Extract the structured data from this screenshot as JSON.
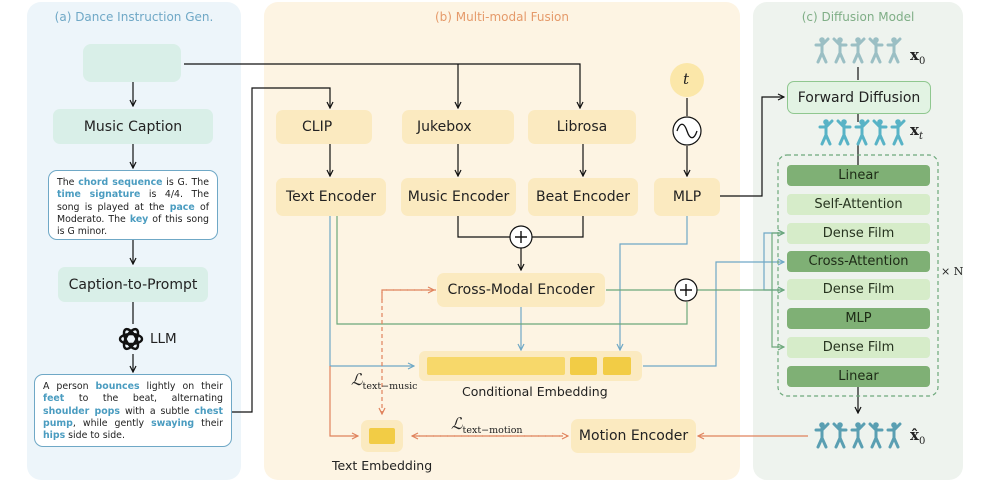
{
  "panels": {
    "a_title": "(a) Dance Instruction Gen.",
    "b_title": "(b) Multi-modal Fusion",
    "c_title": "(c) Diffusion Model"
  },
  "colors": {
    "title_a": "#6fa8c6",
    "title_b": "#e59a6a",
    "title_c": "#7fae86",
    "arrow_blue": "#6fa8c6",
    "arrow_green": "#6da87b",
    "arrow_orange": "#e0825c",
    "highlight": "#4a9cc0"
  },
  "panel_a": {
    "music_caption": "Music Caption",
    "caption1": [
      {
        "t": "The "
      },
      {
        "t": "chord sequence",
        "h": true
      },
      {
        "t": " is G. The "
      },
      {
        "t": "time signature",
        "h": true
      },
      {
        "t": " is 4/4. The song is played at the "
      },
      {
        "t": "pace",
        "h": true
      },
      {
        "t": " of Moderato. The "
      },
      {
        "t": "key",
        "h": true
      },
      {
        "t": " of this song is G minor."
      }
    ],
    "caption_to_prompt": "Caption-to-Prompt",
    "llm": "LLM",
    "caption2": [
      {
        "t": "A person "
      },
      {
        "t": "bounces",
        "h": true
      },
      {
        "t": " lightly on their "
      },
      {
        "t": "feet",
        "h": true
      },
      {
        "t": " to the beat, alternating "
      },
      {
        "t": "shoulder pops",
        "h": true
      },
      {
        "t": " with a subtle "
      },
      {
        "t": "chest pump",
        "h": true
      },
      {
        "t": ", while gently "
      },
      {
        "t": "swaying",
        "h": true
      },
      {
        "t": " their "
      },
      {
        "t": "hips",
        "h": true
      },
      {
        "t": " side to side."
      }
    ]
  },
  "panel_b": {
    "clip": "CLIP",
    "jukebox": "Jukebox",
    "librosa": "Librosa",
    "t_symbol": "t",
    "text_encoder": "Text Encoder",
    "music_encoder": "Music Encoder",
    "beat_encoder": "Beat Encoder",
    "mlp": "MLP",
    "cross_modal_encoder": "Cross-Modal Encoder",
    "conditional_embedding": "Conditional Embedding",
    "text_embedding": "Text Embedding",
    "motion_encoder": "Motion Encoder",
    "loss_text_music_main": "ℒ",
    "loss_text_music_sub": "text−music",
    "loss_text_motion_main": "ℒ",
    "loss_text_motion_sub": "text−motion",
    "plus": "+"
  },
  "panel_c": {
    "forward_diffusion": "Forward Diffusion",
    "layers": [
      "Linear",
      "Self-Attention",
      "Dense Film",
      "Cross-Attention",
      "Dense Film",
      "MLP",
      "Dense Film",
      "Linear"
    ],
    "layer_styles": [
      "dark",
      "light",
      "light",
      "dark",
      "light",
      "dark",
      "light",
      "dark"
    ],
    "repeat": "× N",
    "x0_main": "x",
    "x0_sub": "0",
    "xt_main": "x",
    "xt_sub": "t",
    "xhat_main": "x̂",
    "xhat_sub": "0"
  }
}
